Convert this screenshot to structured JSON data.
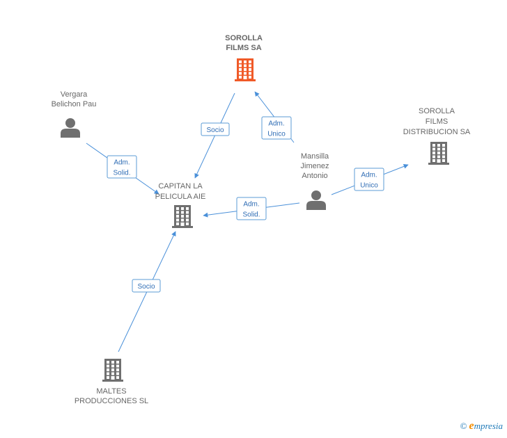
{
  "colors": {
    "focus_company": "#f05a28",
    "company": "#6f6f6f",
    "person": "#6f6f6f",
    "edge": "#4a90d9",
    "label_text": "#2f6db5"
  },
  "nodes": [
    {
      "id": "sorolla-films",
      "type": "company",
      "focus": true,
      "label_lines": [
        "SOROLLA",
        "FILMS SA"
      ],
      "icon": "building-icon"
    },
    {
      "id": "vergara",
      "type": "person",
      "label_lines": [
        "Vergara",
        "Belichon Pau"
      ],
      "icon": "person-icon"
    },
    {
      "id": "sorolla-distribucion",
      "type": "company",
      "label_lines": [
        "SOROLLA",
        "FILMS",
        "DISTRIBUCION SA"
      ],
      "icon": "building-icon"
    },
    {
      "id": "capitan",
      "type": "company",
      "label_lines": [
        "CAPITAN LA",
        "PELICULA AIE"
      ],
      "icon": "building-icon"
    },
    {
      "id": "mansilla",
      "type": "person",
      "label_lines": [
        "Mansilla",
        "Jimenez",
        "Antonio"
      ],
      "icon": "person-icon"
    },
    {
      "id": "maltes",
      "type": "company",
      "label_lines": [
        "MALTES",
        "PRODUCCIONES SL"
      ],
      "icon": "building-icon"
    }
  ],
  "edges": [
    {
      "from": "sorolla-films",
      "to": "capitan",
      "label_lines": [
        "Socio"
      ]
    },
    {
      "from": "mansilla",
      "to": "sorolla-films",
      "label_lines": [
        "Adm.",
        "Unico"
      ]
    },
    {
      "from": "vergara",
      "to": "capitan",
      "label_lines": [
        "Adm.",
        "Solid."
      ]
    },
    {
      "from": "mansilla",
      "to": "sorolla-distribucion",
      "label_lines": [
        "Adm.",
        "Unico"
      ]
    },
    {
      "from": "mansilla",
      "to": "capitan",
      "label_lines": [
        "Adm.",
        "Solid."
      ]
    },
    {
      "from": "maltes",
      "to": "capitan",
      "label_lines": [
        "Socio"
      ]
    }
  ],
  "watermark": {
    "copyright": "©",
    "brand_initial": "e",
    "brand_rest": "mpresia"
  }
}
